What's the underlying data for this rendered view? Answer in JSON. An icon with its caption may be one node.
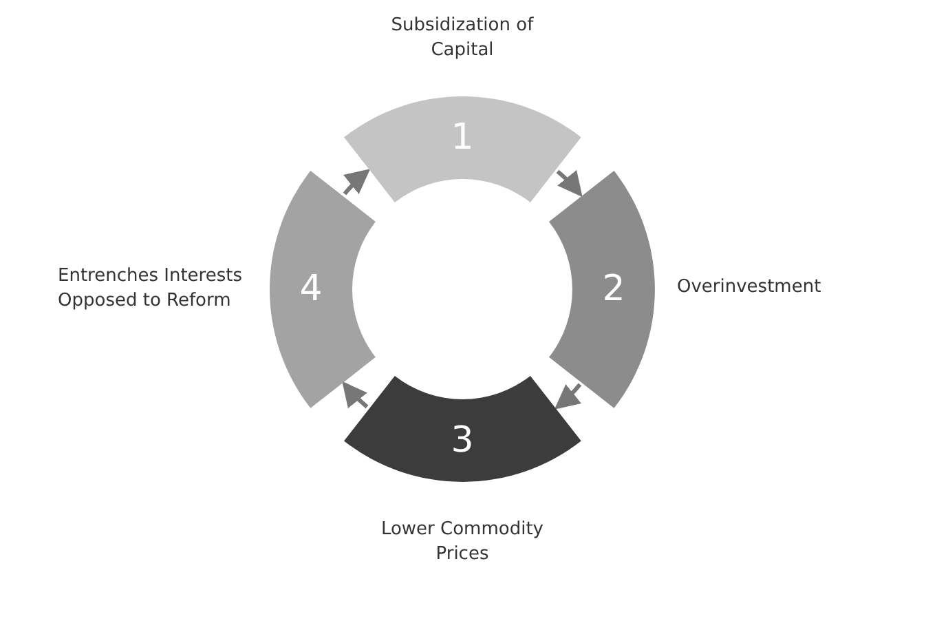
{
  "diagram": {
    "nodes": [
      {
        "text": [
          "1"
        ],
        "beside": [
          "Subsidization of Capital"
        ]
      },
      {
        "text": [
          "2"
        ],
        "beside": [
          "Overinvestment"
        ]
      },
      {
        "text": [
          "3"
        ],
        "beside": [
          "Lower Commodity Prices"
        ]
      },
      {
        "text": [
          "4"
        ],
        "beside": [
          "Entrenches Interests Opposed to Reform"
        ]
      }
    ],
    "edges": [
      {
        "from": 0,
        "to": 1,
        "arrow": "to"
      },
      {
        "from": 1,
        "to": 2,
        "arrow": "to"
      },
      {
        "from": 2,
        "to": 3,
        "arrow": "to"
      },
      {
        "from": 3,
        "to": 0,
        "arrow": "to"
      }
    ]
  }
}
